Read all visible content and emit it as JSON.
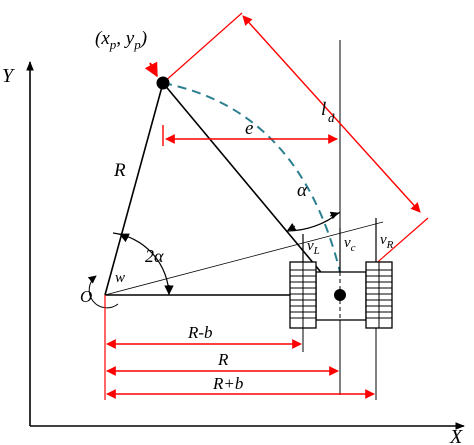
{
  "diagram": {
    "axes": {
      "x_label": "X",
      "y_label": "Y"
    },
    "origin_label": "O",
    "point_label": {
      "open": "(x",
      "sub_x": "p",
      "mid": ", y",
      "sub_y": "p",
      "close": ")"
    },
    "radius_label": "R",
    "angle_at_origin_label": "2α",
    "angle_at_point_label": "α",
    "angular_velocity_label": "w",
    "lateral_offset_label": "e",
    "lookahead_label": {
      "main": "l",
      "sub": "d"
    },
    "velocity_labels": {
      "left": {
        "main": "v",
        "sub": "L"
      },
      "center": {
        "main": "v",
        "sub": "c"
      },
      "right": {
        "main": "v",
        "sub": "R"
      }
    },
    "dimension_labels": {
      "r_minus_b": "R-b",
      "r": "R",
      "r_plus_b": "R+b"
    },
    "colors": {
      "dimension_red": "#ff0000",
      "arc_teal": "#2b7f8f",
      "ink": "#000000"
    }
  }
}
